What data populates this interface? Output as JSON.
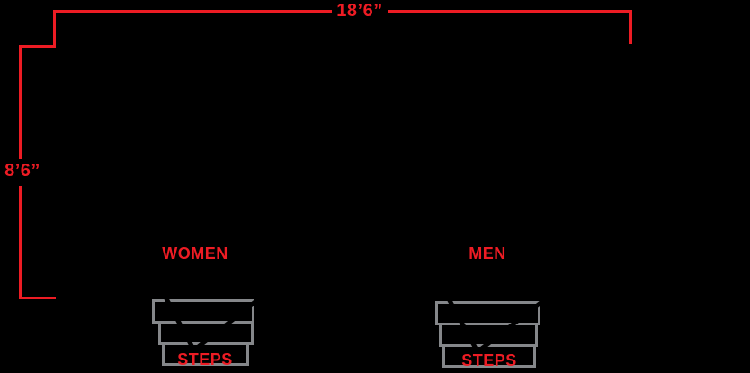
{
  "diagram": {
    "title": "trailer-dimension-diagram",
    "background": "#000000",
    "colors": {
      "dimension_red": "#ed1c24",
      "steps_gray": "#85878a",
      "lineart_black": "#000000"
    },
    "dimensions": {
      "width": {
        "label": "18’6”"
      },
      "height": {
        "label": "8’6”"
      }
    },
    "left_unit": {
      "area_label": "WOMEN",
      "steps_label": "STEPS"
    },
    "right_unit": {
      "area_label": "MEN",
      "steps_label": "STEPS"
    }
  }
}
